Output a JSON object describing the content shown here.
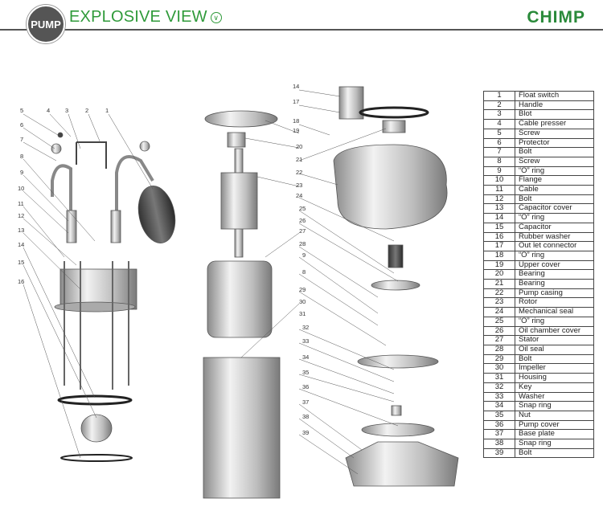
{
  "header": {
    "badge": "PUMP",
    "title": "EXPLOSIVE VIEW",
    "brand": "CHIMP"
  },
  "callouts": {
    "left": [
      "5",
      "4",
      "3",
      "2",
      "1",
      "6",
      "7",
      "8",
      "9",
      "10",
      "11",
      "12",
      "13",
      "14",
      "15",
      "16"
    ],
    "middle": [
      "18",
      "19",
      "20",
      "21",
      "22",
      "23",
      "24",
      "25",
      "26",
      "27",
      "28",
      "9",
      "8",
      "29",
      "30",
      "31",
      "32",
      "33",
      "34",
      "35",
      "36",
      "37",
      "38",
      "39"
    ],
    "top": [
      "14",
      "17"
    ]
  },
  "parts": [
    {
      "no": "1",
      "name": "Float switch"
    },
    {
      "no": "2",
      "name": "Handle"
    },
    {
      "no": "3",
      "name": "Blot"
    },
    {
      "no": "4",
      "name": "Cable presser"
    },
    {
      "no": "5",
      "name": "Screw"
    },
    {
      "no": "6",
      "name": "Protector"
    },
    {
      "no": "7",
      "name": "Bolt"
    },
    {
      "no": "8",
      "name": "Screw"
    },
    {
      "no": "9",
      "name": "“O” ring"
    },
    {
      "no": "10",
      "name": "Flange"
    },
    {
      "no": "11",
      "name": "Cable"
    },
    {
      "no": "12",
      "name": "Bolt"
    },
    {
      "no": "13",
      "name": "Capacitor cover"
    },
    {
      "no": "14",
      "name": "“O” ring"
    },
    {
      "no": "15",
      "name": "Capacitor"
    },
    {
      "no": "16",
      "name": "Rubber washer"
    },
    {
      "no": "17",
      "name": "Out let connector"
    },
    {
      "no": "18",
      "name": "“O” ring"
    },
    {
      "no": "19",
      "name": "Upper cover"
    },
    {
      "no": "20",
      "name": "Bearing"
    },
    {
      "no": "21",
      "name": "Bearing"
    },
    {
      "no": "22",
      "name": "Pump casing"
    },
    {
      "no": "23",
      "name": "Rotor"
    },
    {
      "no": "24",
      "name": "Mechanical seal"
    },
    {
      "no": "25",
      "name": "“O” ring"
    },
    {
      "no": "26",
      "name": "Oil chamber cover"
    },
    {
      "no": "27",
      "name": "Stator"
    },
    {
      "no": "28",
      "name": "Oil seal"
    },
    {
      "no": "29",
      "name": "Bolt"
    },
    {
      "no": "30",
      "name": "Impeller"
    },
    {
      "no": "31",
      "name": "Housing"
    },
    {
      "no": "32",
      "name": "Key"
    },
    {
      "no": "33",
      "name": "Washer"
    },
    {
      "no": "34",
      "name": "Snap ring"
    },
    {
      "no": "35",
      "name": "Nut"
    },
    {
      "no": "36",
      "name": "Pump cover"
    },
    {
      "no": "37",
      "name": "Base plate"
    },
    {
      "no": "38",
      "name": "Snap ring"
    },
    {
      "no": "39",
      "name": "Bolt"
    }
  ]
}
